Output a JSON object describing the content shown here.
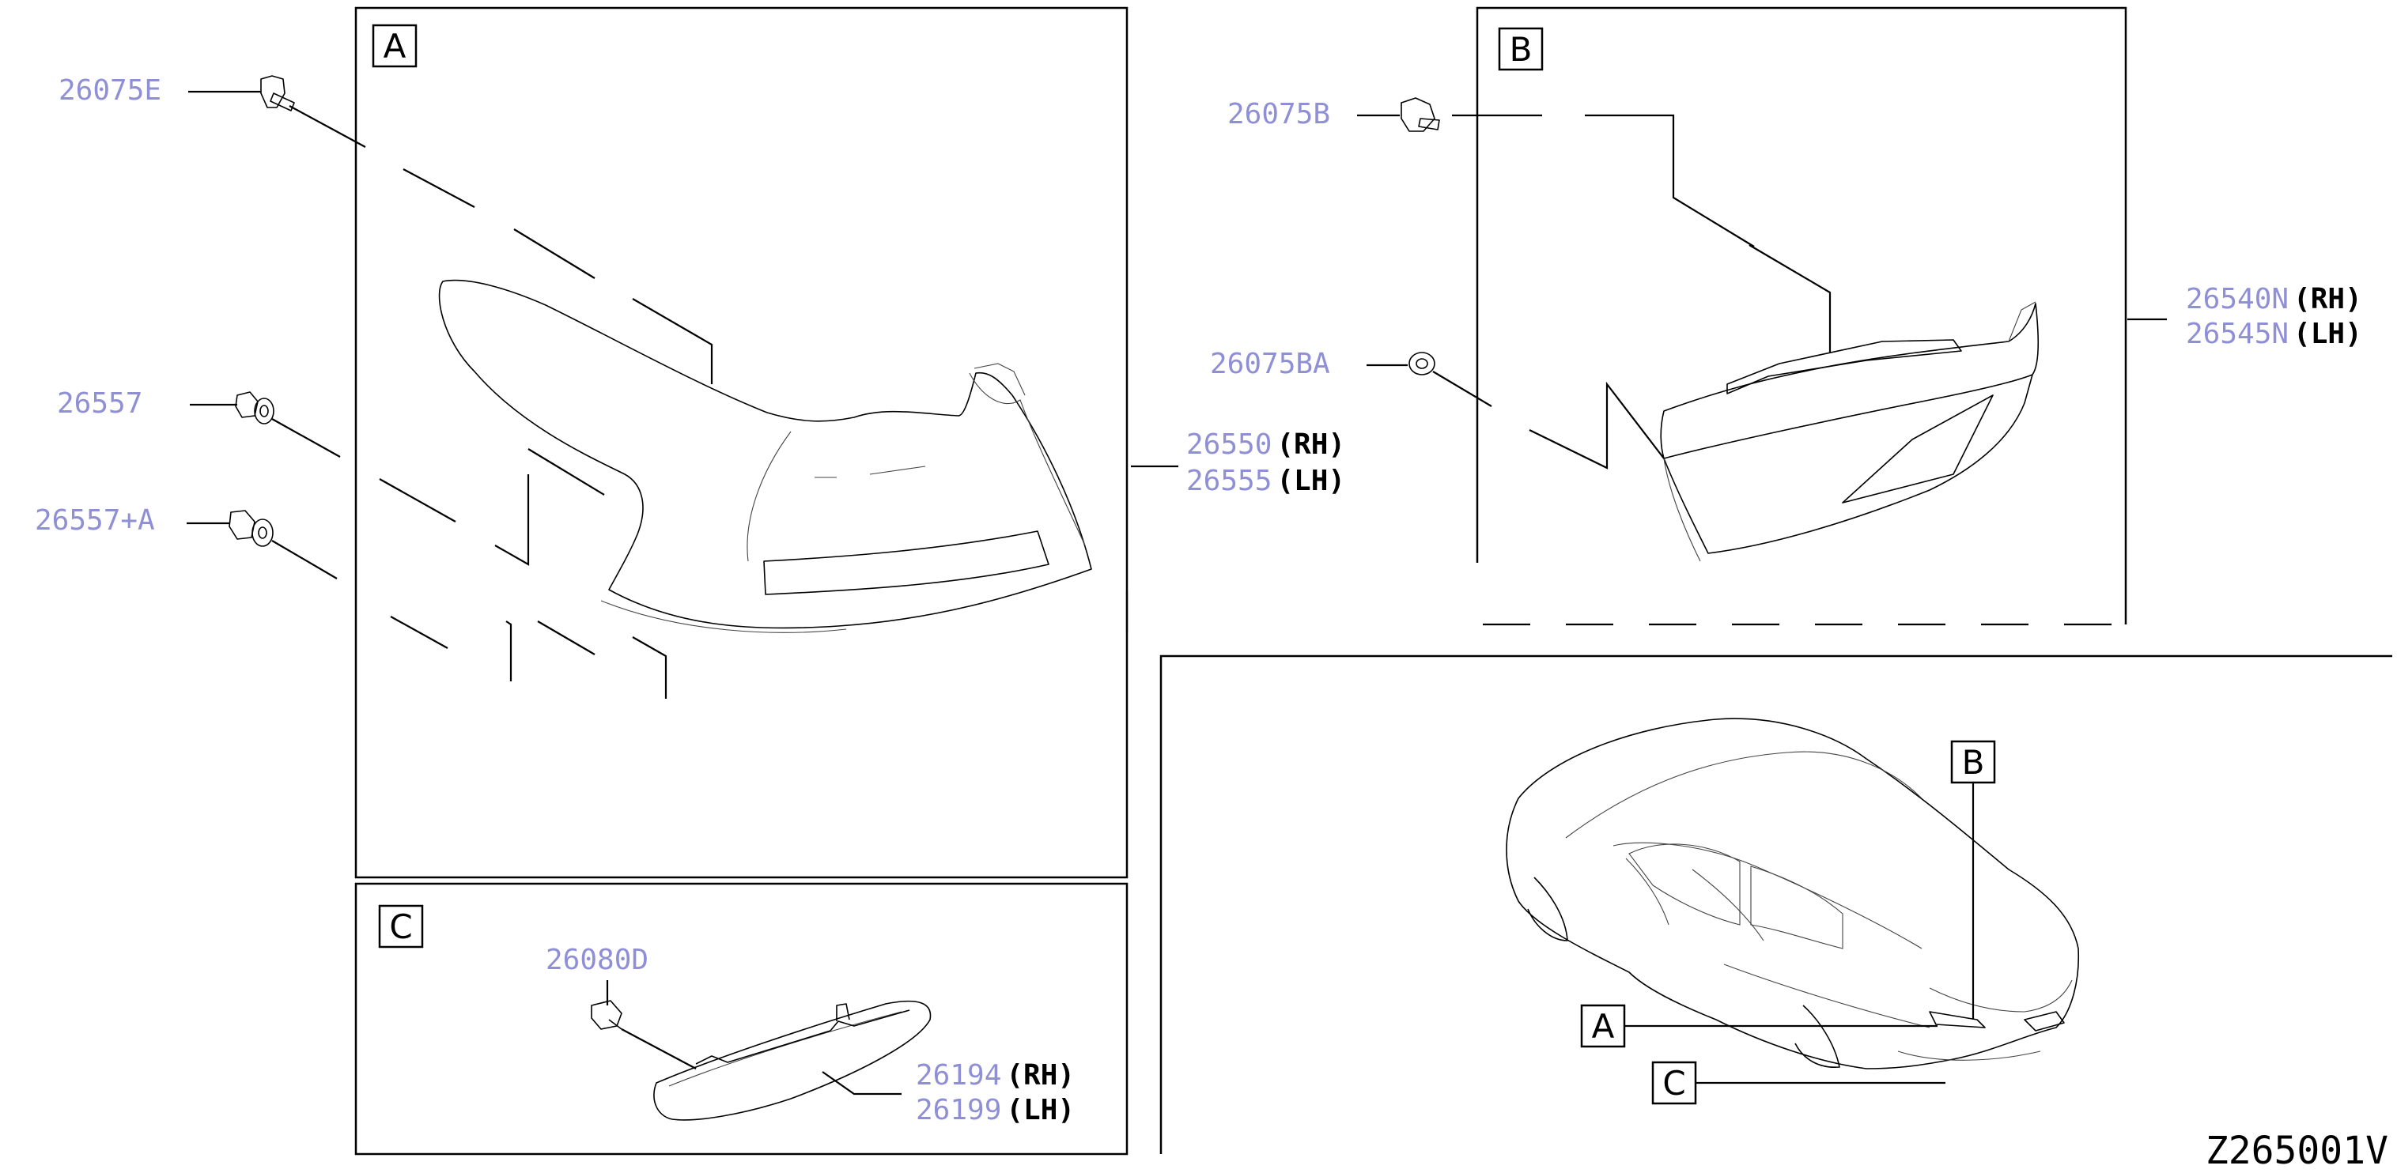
{
  "drawing_code": "Z265001V",
  "sections": {
    "a": {
      "letter": "A"
    },
    "b": {
      "letter": "B"
    },
    "c": {
      "letter": "C"
    }
  },
  "vehicle_callouts": {
    "a": "A",
    "b": "B",
    "c": "C"
  },
  "parts": {
    "clip_26075e": {
      "number": "26075E"
    },
    "grommet_26557": {
      "number": "26557"
    },
    "grommet_26557a": {
      "number": "26557+A"
    },
    "rear_combo_outer": {
      "number_rh": "26550",
      "suffix_rh": "(RH)",
      "number_lh": "26555",
      "suffix_lh": "(LH)"
    },
    "clip_26075b": {
      "number": "26075B"
    },
    "clip_26075ba": {
      "number": "26075BA"
    },
    "rear_combo_inner": {
      "number_rh": "26540N",
      "suffix_rh": "(RH)",
      "number_lh": "26545N",
      "suffix_lh": "(LH)"
    },
    "socket_26080d": {
      "number": "26080D"
    },
    "reflex_lamp": {
      "number_rh": "26194",
      "suffix_rh": "(RH)",
      "number_lh": "26199",
      "suffix_lh": "(LH)"
    }
  },
  "colors": {
    "part_number": "#8f8fd6",
    "linework": "#000000"
  }
}
